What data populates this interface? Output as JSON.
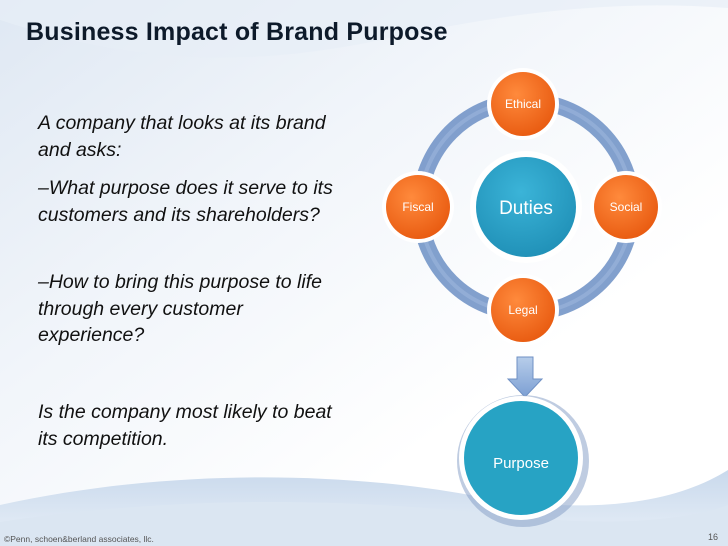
{
  "slide": {
    "title": "Business Impact of Brand Purpose",
    "body": {
      "intro": "A company that looks at its brand and asks:",
      "question_1": "–What purpose does it serve to its customers and its shareholders?",
      "question_2": "–How to bring this purpose to life through every customer experience?",
      "conclusion": "Is the company most likely to beat its competition."
    },
    "footer": "©Penn, schoen&berland associates, llc.",
    "page_number": "16"
  },
  "diagram": {
    "center": "Duties",
    "nodes": {
      "top": "Ethical",
      "left": "Fiscal",
      "right": "Social",
      "bottom": "Legal"
    },
    "result": "Purpose",
    "colors": {
      "center_fill": "#2ea3c9",
      "node_fill": "#f26a1b",
      "ring": "#6c8fc4",
      "result_fill": "#27a3c4",
      "arrow": "#8fb0dc"
    }
  }
}
